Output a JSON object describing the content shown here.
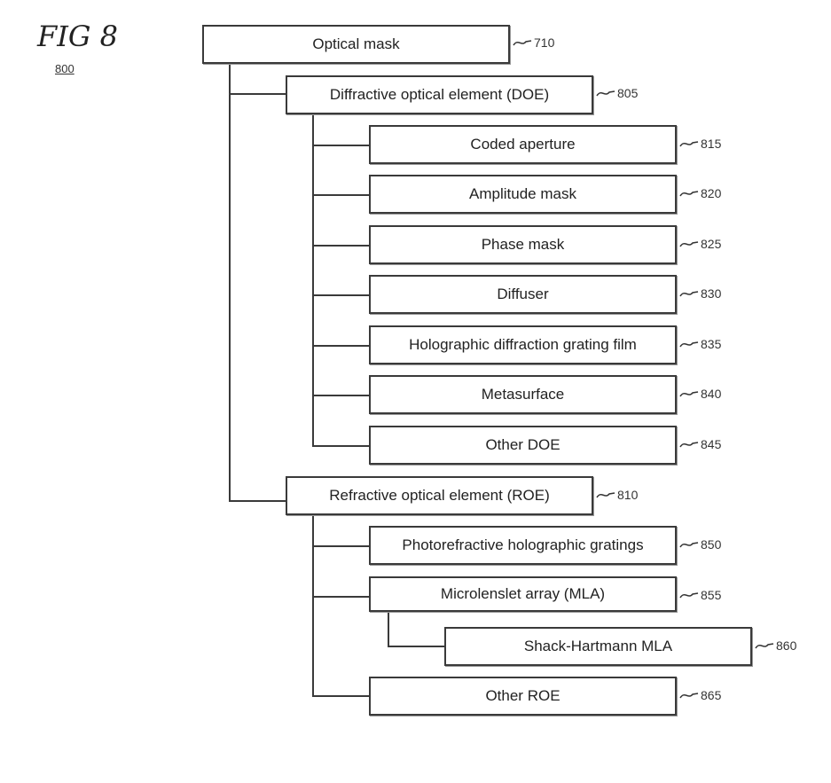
{
  "figure": {
    "title": "FIG 8",
    "number": "800"
  },
  "nodes": {
    "optical_mask": {
      "label": "Optical mask",
      "ref": "710"
    },
    "doe": {
      "label": "Diffractive optical element (DOE)",
      "ref": "805"
    },
    "coded_aperture": {
      "label": "Coded aperture",
      "ref": "815"
    },
    "amplitude_mask": {
      "label": "Amplitude mask",
      "ref": "820"
    },
    "phase_mask": {
      "label": "Phase mask",
      "ref": "825"
    },
    "diffuser": {
      "label": "Diffuser",
      "ref": "830"
    },
    "holographic_film": {
      "label": "Holographic diffraction grating film",
      "ref": "835"
    },
    "metasurface": {
      "label": "Metasurface",
      "ref": "840"
    },
    "other_doe": {
      "label": "Other DOE",
      "ref": "845"
    },
    "roe": {
      "label": "Refractive optical element (ROE)",
      "ref": "810"
    },
    "photorefractive": {
      "label": "Photorefractive holographic gratings",
      "ref": "850"
    },
    "mla": {
      "label": "Microlenslet array (MLA)",
      "ref": "855"
    },
    "shack_hartmann": {
      "label": "Shack-Hartmann MLA",
      "ref": "860"
    },
    "other_roe": {
      "label": "Other ROE",
      "ref": "865"
    }
  }
}
